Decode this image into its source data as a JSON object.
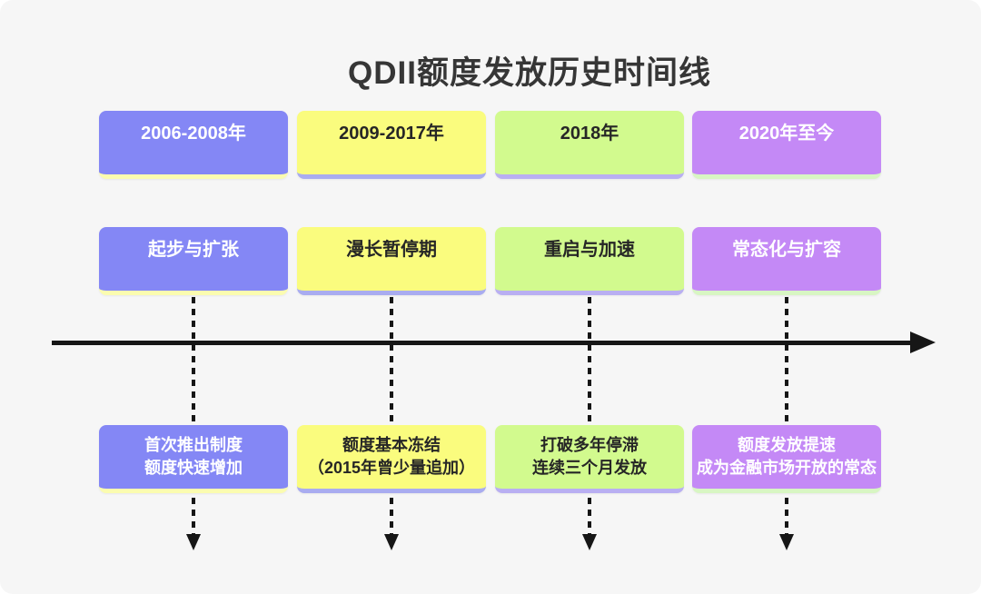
{
  "title": "QDII额度发放历史时间线",
  "colors": {
    "background": "#f6f6f6",
    "title_text": "#363636",
    "axis_color": "#161616",
    "periwinkle": "#8487f5",
    "yellow": "#fafc7e",
    "green": "#d2fa8e",
    "purple": "#c489f6"
  },
  "columns": [
    {
      "period": "2006-2008年",
      "phase": "起步与扩张",
      "description": [
        "首次推出制度",
        "额度快速增加"
      ],
      "box_color": "#8487f5",
      "strip_color": "#fbfcb0",
      "text_color": "#ffffff"
    },
    {
      "period": "2009-2017年",
      "phase": "漫长暂停期",
      "description": [
        "额度基本冻结",
        "（2015年曾少量追加）"
      ],
      "box_color": "#fafc7e",
      "strip_color": "#a9acf0",
      "text_color": "#262626"
    },
    {
      "period": "2018年",
      "phase": "重启与加速",
      "description": [
        "打破多年停滞",
        "连续三个月发放"
      ],
      "box_color": "#d2fa8e",
      "strip_color": "#b9aff2",
      "text_color": "#262626"
    },
    {
      "period": "2020年至今",
      "phase": "常态化与扩容",
      "description": [
        "额度发放提速",
        "成为金融市场开放的常态"
      ],
      "box_color": "#c489f6",
      "strip_color": "#d8f6c3",
      "text_color": "#ffffff"
    }
  ]
}
